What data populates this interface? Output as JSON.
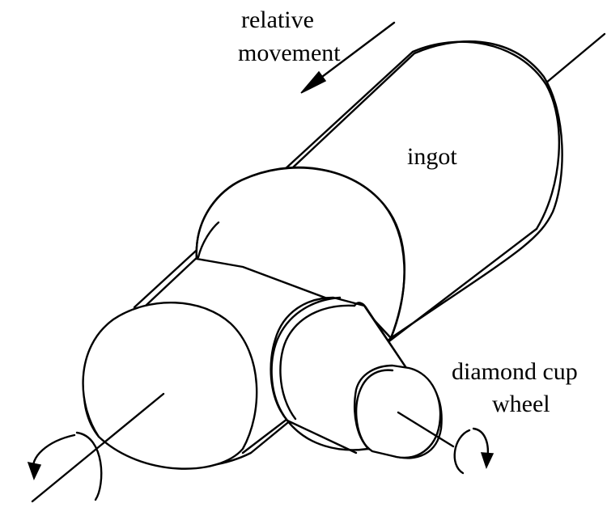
{
  "labels": {
    "relative_movement_line1": "relative",
    "relative_movement_line2": "movement",
    "ingot": "ingot",
    "diamond_cup_line1": "diamond cup",
    "diamond_cup_line2": "wheel"
  }
}
